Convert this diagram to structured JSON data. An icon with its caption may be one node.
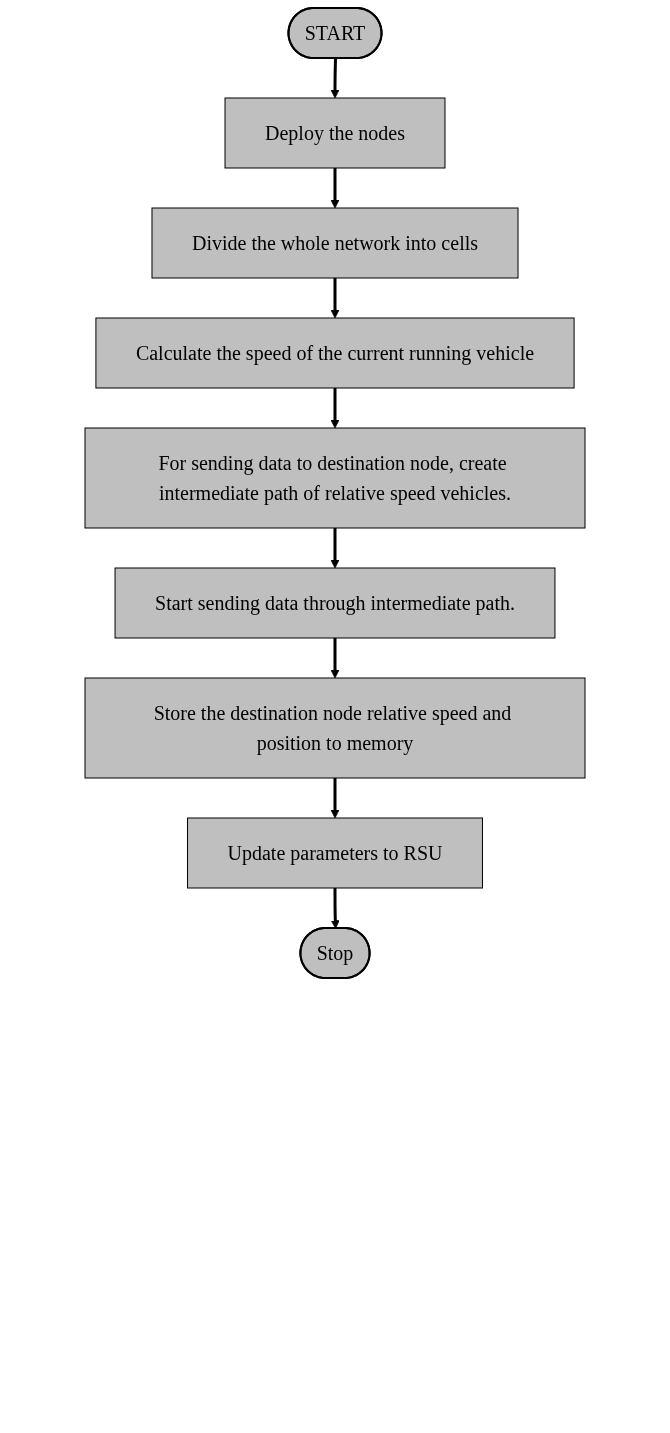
{
  "diagram": {
    "nodes": [
      {
        "text": [
          "START"
        ]
      },
      {
        "text": [
          "Deploy the nodes"
        ]
      },
      {
        "text": [
          "Divide the whole network into cells"
        ]
      },
      {
        "text": [
          "Calculate the speed of the current running vehicle"
        ]
      },
      {
        "text": [
          "For sending data to destination node, create intermediate path of relative speed vehicles."
        ]
      },
      {
        "text": [
          "Start sending data through intermediate path."
        ]
      },
      {
        "text": [
          "Store the destination node relative speed and position to memory"
        ]
      },
      {
        "text": [
          "Update parameters to RSU"
        ]
      },
      {
        "text": [
          "Stop"
        ]
      }
    ],
    "edges": [
      {
        "from": 0,
        "to": 1,
        "arrow": "to"
      },
      {
        "from": 1,
        "to": 2,
        "arrow": "to"
      },
      {
        "from": 2,
        "to": 3,
        "arrow": "to"
      },
      {
        "from": 3,
        "to": 4,
        "arrow": "to"
      },
      {
        "from": 4,
        "to": 5,
        "arrow": "to"
      },
      {
        "from": 5,
        "to": 6,
        "arrow": "to"
      },
      {
        "from": 6,
        "to": 7,
        "arrow": "to"
      },
      {
        "from": 7,
        "to": 8,
        "arrow": "to"
      }
    ]
  }
}
